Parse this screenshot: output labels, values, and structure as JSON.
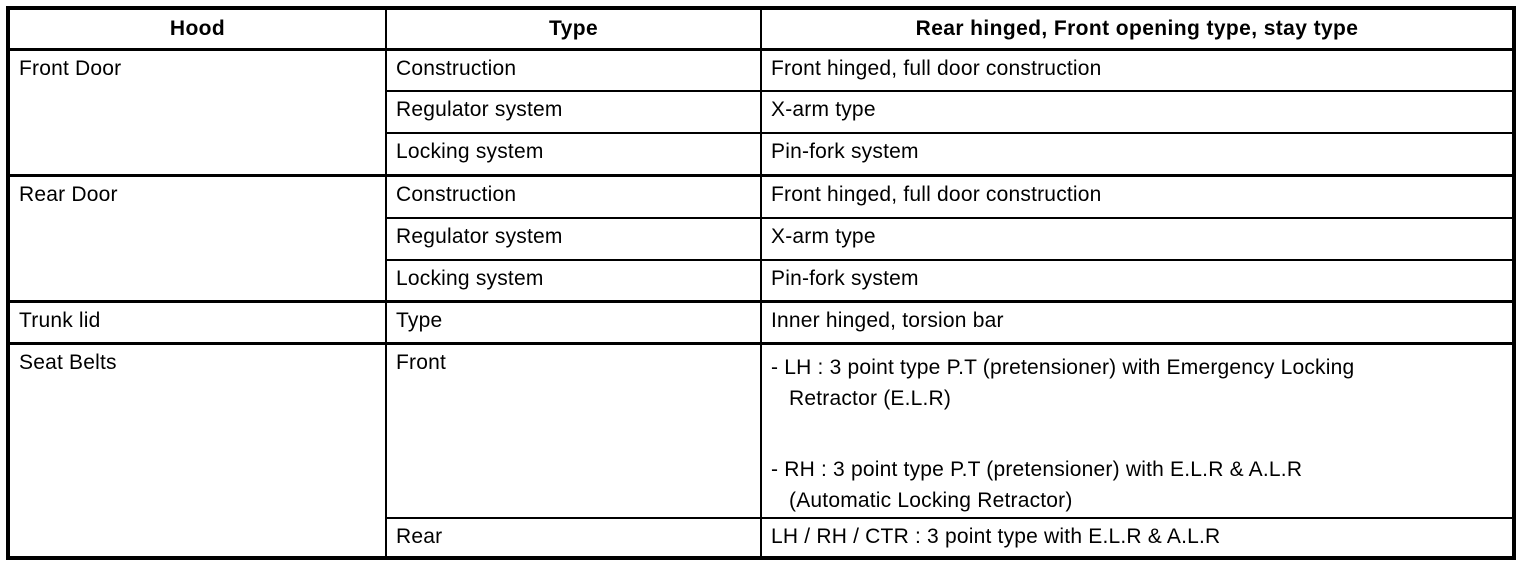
{
  "colors": {
    "border": "#000000",
    "text": "#000000",
    "background": "#ffffff"
  },
  "table": {
    "header": {
      "col1": "Hood",
      "col2": "Type",
      "col3": "Rear hinged, Front opening type, stay type"
    },
    "groups": [
      {
        "label": "Front Door",
        "rows": [
          {
            "item": "Construction",
            "value": "Front hinged, full door construction"
          },
          {
            "item": "Regulator system",
            "value": "X-arm type"
          },
          {
            "item": "Locking system",
            "value": "Pin-fork system"
          }
        ]
      },
      {
        "label": "Rear Door",
        "rows": [
          {
            "item": "Construction",
            "value": "Front hinged, full door construction"
          },
          {
            "item": "Regulator system",
            "value": "X-arm type"
          },
          {
            "item": "Locking system",
            "value": "Pin-fork system"
          }
        ]
      },
      {
        "label": "Trunk lid",
        "rows": [
          {
            "item": "Type",
            "value": "Inner hinged, torsion bar"
          }
        ]
      },
      {
        "label": "Seat Belts",
        "rows": [
          {
            "item": "Front",
            "items": [
              {
                "line1": "- LH : 3 point type P.T (pretensioner) with Emergency Locking",
                "line2": "Retractor (E.L.R)"
              },
              {
                "line1": "- RH : 3 point type P.T (pretensioner) with E.L.R & A.L.R",
                "line2": "(Automatic Locking Retractor)"
              }
            ]
          },
          {
            "item": "Rear",
            "value": "LH / RH / CTR : 3 point type with E.L.R & A.L.R"
          }
        ]
      }
    ]
  }
}
